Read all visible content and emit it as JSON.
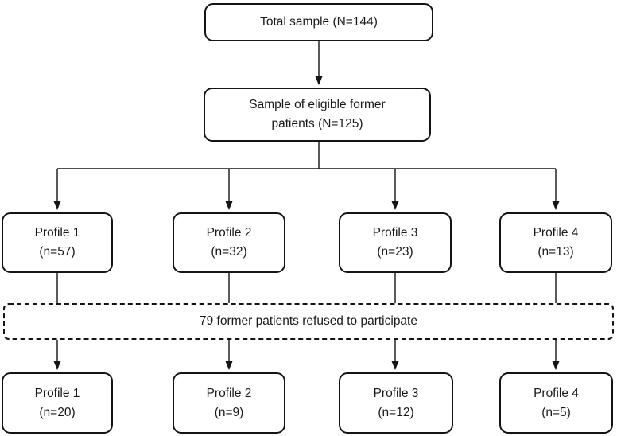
{
  "diagram": {
    "type": "flowchart",
    "total_box": {
      "label": "Total sample (N=144)"
    },
    "eligible_box": {
      "line1": "Sample of eligible former",
      "line2": "patients (N=125)"
    },
    "refusal_box": {
      "label": "79 former patients refused to participate"
    },
    "eligible_profiles": [
      {
        "name": "Profile 1",
        "count": "(n=57)"
      },
      {
        "name": "Profile 2",
        "count": "(n=32)"
      },
      {
        "name": "Profile 3",
        "count": "(n=23)"
      },
      {
        "name": "Profile 4",
        "count": "(n=13)"
      }
    ],
    "participating_profiles": [
      {
        "name": "Profile 1",
        "count": "(n=20)"
      },
      {
        "name": "Profile 2",
        "count": "(n=9)"
      },
      {
        "name": "Profile 3",
        "count": "(n=12)"
      },
      {
        "name": "Profile 4",
        "count": "(n=5)"
      }
    ],
    "colors": {
      "line": "#141414",
      "border": "#141414",
      "background": "#ffffff",
      "text": "#1a1a1a"
    }
  }
}
